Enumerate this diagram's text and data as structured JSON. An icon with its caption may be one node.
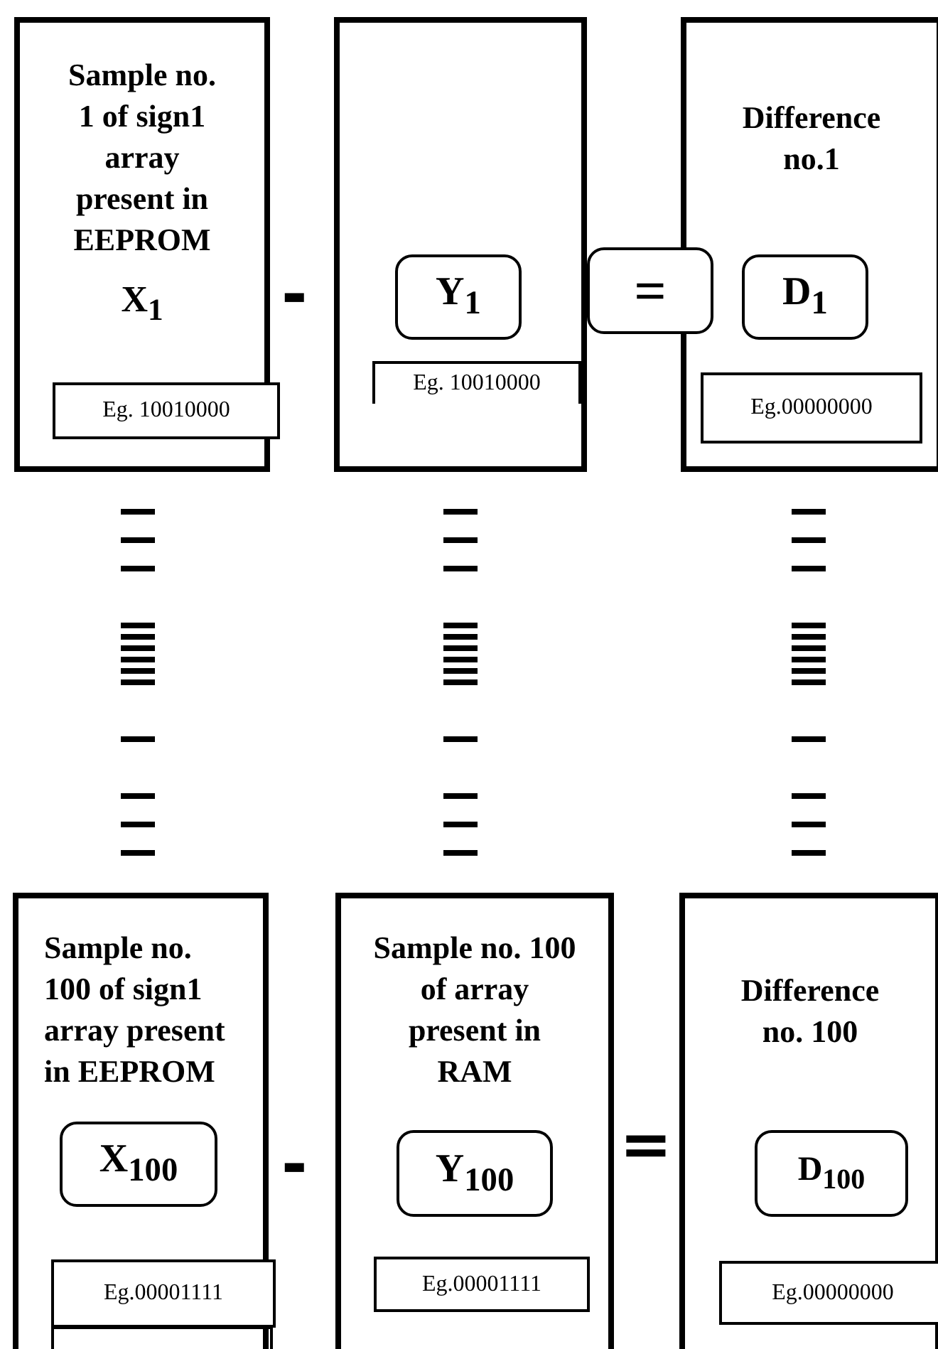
{
  "diagram": {
    "nodes": [
      {
        "text": [
          "Sample no. 1 of sign1 array present in EEPROM",
          "X$_{1}$"
        ]
      },
      {
        "text": [
          "Eg. 10010000"
        ],
        "in": 0
      },
      {
        "text": [],
        "shape": "box"
      },
      {
        "text": [
          "Y$_{1}$"
        ],
        "in": 2
      },
      {
        "text": [
          "Eg. 10010000"
        ],
        "in": 2
      },
      {
        "text": [
          "="
        ]
      },
      {
        "text": [
          "Difference no.1"
        ]
      },
      {
        "text": [
          "D$_{1}$"
        ],
        "in": 6
      },
      {
        "text": [
          "Eg.00000000"
        ],
        "in": 6
      },
      {
        "text": [
          "Sample no. 100 of sign1 array present in EEPROM"
        ]
      },
      {
        "text": [
          "X$_{100}$"
        ],
        "in": 9
      },
      {
        "text": [
          "Eg.00001111"
        ],
        "in": 9
      },
      {
        "text": [],
        "shape": "box",
        "in": 9
      },
      {
        "text": [
          "Sample no. 100 of array present in RAM"
        ]
      },
      {
        "text": [
          "Y$_{100}$"
        ],
        "in": 13
      },
      {
        "text": [
          "Eg.00001111"
        ],
        "in": 13
      },
      {
        "text": [
          "Difference no. 100"
        ]
      },
      {
        "text": [
          "D$_{100}$"
        ],
        "in": 16
      },
      {
        "text": [
          "Eg.00000000"
        ],
        "in": 16
      }
    ],
    "labels": [
      "-",
      "-",
      "="
    ]
  }
}
